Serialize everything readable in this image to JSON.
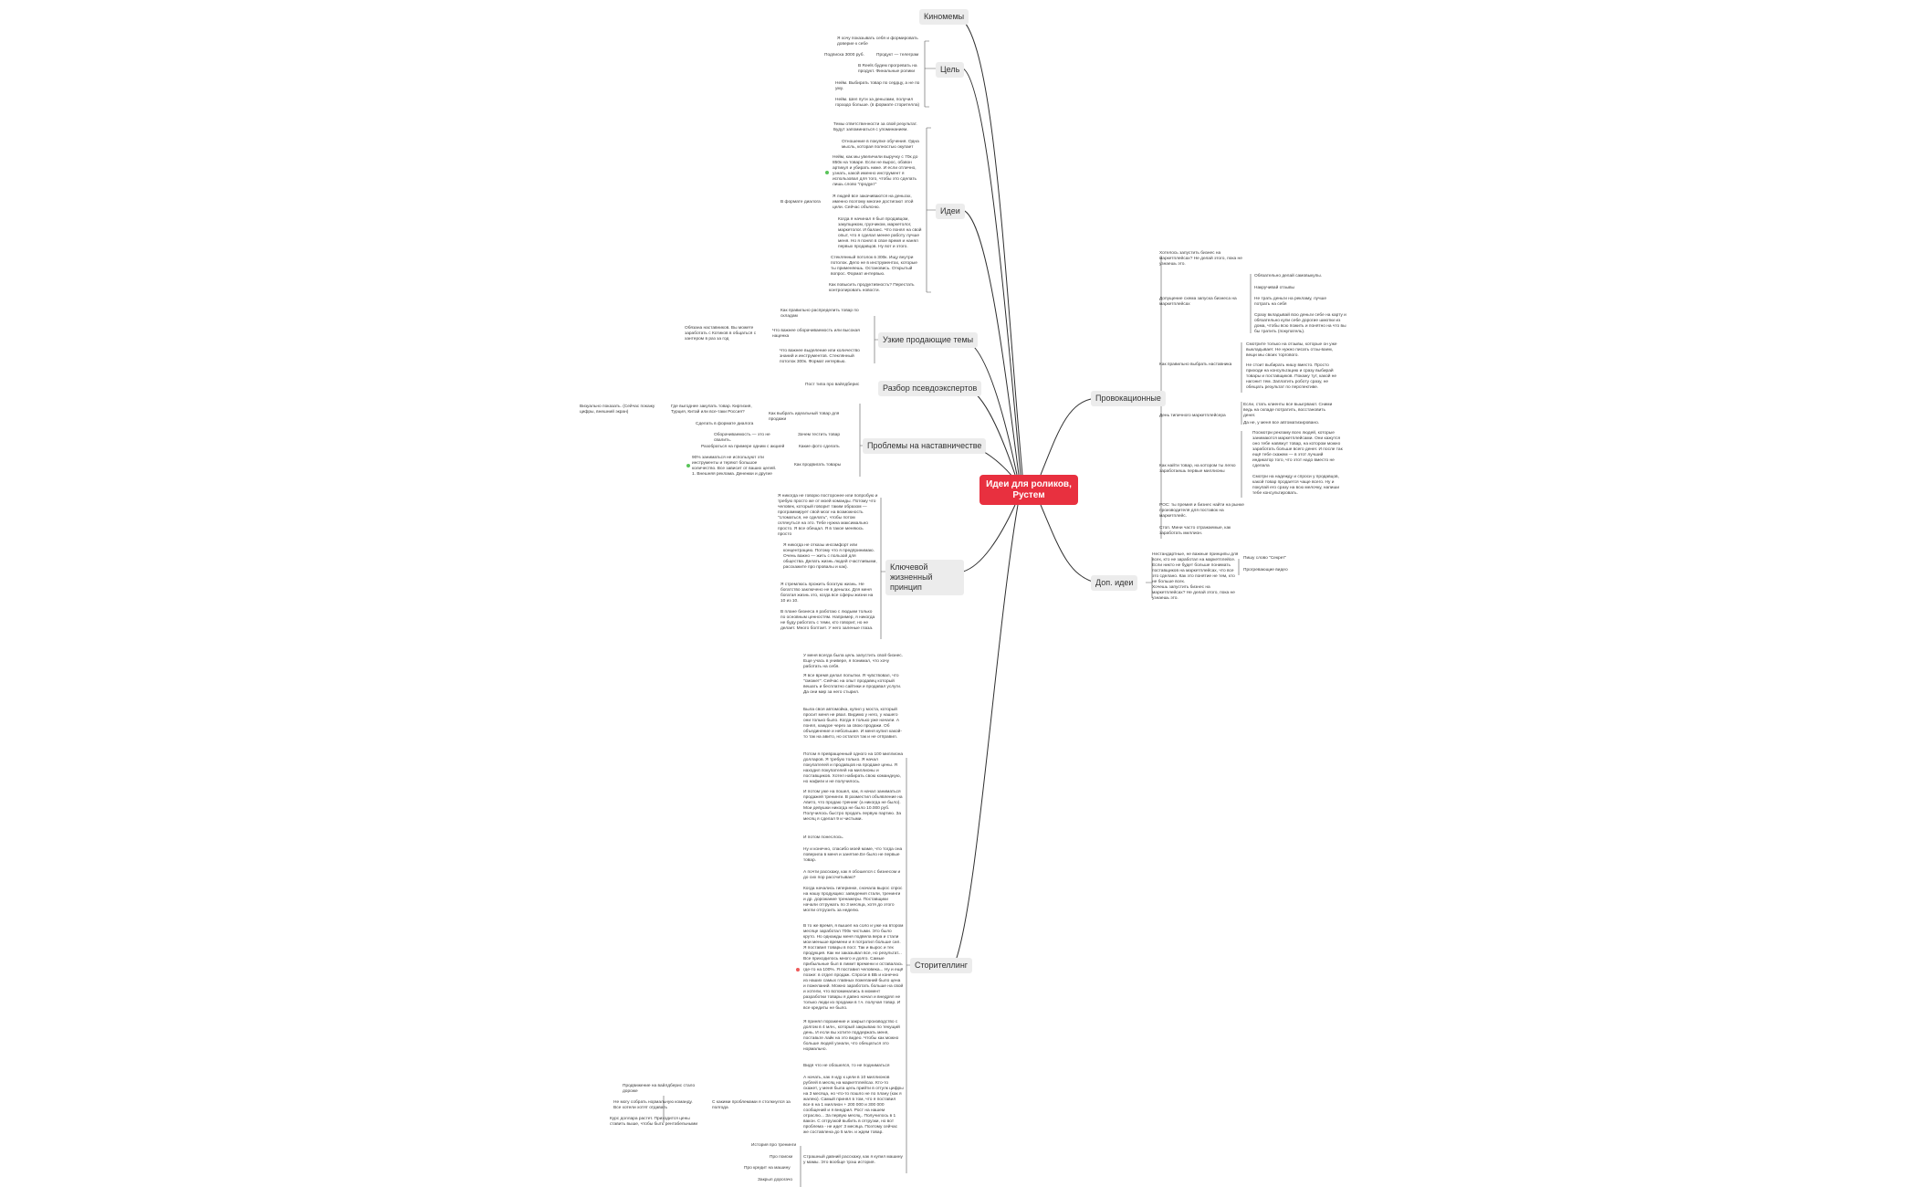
{
  "root": {
    "title": "Идеи для роликов, Рустем"
  },
  "branches": {
    "b1": "Киномемы",
    "b2": "Цель",
    "b3": "Идеи",
    "b4": "Узкие продающие темы",
    "b5": "Разбор псевдоэкспертов",
    "b6": "Проблемы на наставничестве",
    "b7": "Ключевой жизненный принцип",
    "b8": "Сторителлинг",
    "b9": "Провокационные",
    "b10": "Доп. идеи"
  },
  "leaves": {
    "l1": "Я хочу показывать себя и формировать доверие к себе",
    "l2": "Подписка 3000 руб.",
    "l3": "Продукт — телеграм",
    "l4": "В Reels будем прогревать на продукт. Финальные ролики",
    "l5": "Нейм. Выбирать товар по сердцу, а не по уму.",
    "l6": "Нейм. Шел пути за деньгами, получил гораздо больше. (в формате сторителла)",
    "l7": "Темы ответственности за свой результат. Будут запоминаться с упоминанием.",
    "l8": "Отношение в покупке обучения. Одна мысль, которая полностью окупает",
    "l9": "Нейм, как мы увеличили выручку с 70к до 850к на товаре. Если не вырос, обзвон артикул и убирать ниже. И если отлично, узнать, какой именно инструмент я использовал для того, чтобы это сделать лишь слово \"продукт\"",
    "l10": "В формате диалога",
    "l11": "Я людей все закачиваются на деньгах, именно поэтому многие достигают этой цели. Сейчас объясню.",
    "l12": "Когда я начинал я был продавцом, закупщиком, грузчиком, маркетолог, маркетолог. И баланс. Что понял на свой опыт, что я сделал менее работу лучше меня. Но я понял в свое время и нанял первых продавцов. Ну вот и этого.",
    "l13": "Стеклянный потолок в 300к. Ищу внутри потолок. Дело не в инструментах, которые ты применяешь. Остановись. Открытый вопрос. Формат интервью.",
    "l14": "Как повысить продуктивность? Перестать контролировать новости.",
    "l15": "Как правильно распределить товар по складам",
    "l16": "Что важнее оборачиваемость или высокая наценка",
    "l17": "Обязана наставников. Вы можете заработать с Котиков в общаться с хантером в раз за год",
    "l18": "Что важнее выделение или количество знаний и инструментов. Стеклянный потолок 300к. Формат интервью.",
    "l19": "Пост типа про вайлдберис",
    "l20": "Визуально показать. (Сейчас покажу цифры, внешний экран)",
    "l21": "Где выгоднее закупать товар. Киргизия, Турция, Китай или все-таки Россия?",
    "l22": "Как выбрать идеальный товар для продажи",
    "l23": "Сделать в формате диалога",
    "l24": "Оборачиваемость — это не свалить.",
    "l25": "Зачем тестить товар",
    "l26": "Разобраться на примере одним с акцией",
    "l27": "Какие фото сделать",
    "l28": "90% заниматься не используют эти инструменты и теряют большое количество. Все зависит от ваших целей. 1. Внешняя реклама. Денежки и другие",
    "l29": "Как продвигать товары",
    "l30": "Я никогда не говорю посторонее или попробую и требую просто же от моей команды. Потому что человек, который говорит таким образом — программирует свой мозг на возможность \"сломаться, не сделать\", чтобы потом оглянуться на это. Тебе нужна максимально просто. Я все обещал. Я в такое меняюсь просто",
    "l31": "Я никогда не отказы инсомфорт или концентрацию. Потому что я предпринимаю. Очень важно — жить с пользой для общества. Делать жизнь людей счастливыми, расскажите про провалы и как).",
    "l32": "Я стремлюсь прожить богатую жизнь. Не богатство заключено не в деньгах. Для меня богатая жизнь это, когда все сферы жизни на 10 из 10.",
    "l33": "В плане бизнеса я работаю с людьми только по основным ценностям. Например, я никогда не буду работать с теми, кто говорит, но не делает. Много болтает. У него заленые глаза.",
    "l34": "У меня всегда была цель запустить свой бизнес. Еще учась в универе, я понимал, что хочу работать на себя.",
    "l35": "Я все время делал попытки. Я чувствовал, что \"сможет\". Сейчас на опыт продавец который вешать и бесплатно сайтики и продавал услуги. Да они мир за него стырил.",
    "l36": "Была своя автомойка, купил у моста, который просит меня не рвал. Видимо у него, у нашего они только было. Когда я только уже начали. А понял, каждое через за свою продажи. Об объединение и небольшие. И меня купил какой-то так на авито, но остался так и не отправил.",
    "l37": "Потом я превращенный одного на 100 миллиона долларов. Я требую только. Я начал покупателей и продавцов на продаже цены. Я находил покупателей на миллионы и поставщиков. Хотел набирать свою командную, но нафиги и не получилось.",
    "l38": "И потом уже на пошел, как, я начал заниматься продажей тренинги. В разместил объявление на Авито, что продаю тренинг (а никогда не было). Мои девушки никогда не было 10.000 руб. Получилось быстро продать первую партию. За месяц я сделал 9 и чистыми.",
    "l39": "И потом понеслось.",
    "l40": "Ну и конечно, спасибо моей маме, что тогда она поверила в меня и занятие.Ее было не первые товар.",
    "l41": "А почти расскажу, как я обошелся с бизнесом и до сих пор рассчитываю?",
    "l42": "Когда начались гиперинке, сначала вырос спрос на нашу продукцию: заведения стали, тренинги и др. дорожание тренажеры. Поставщики начали отгружать по 3 месяца, хотя до этого могли отгрузить за неделю.",
    "l43": "В то же время, я вышел на соло и уже на втором месяце заработал 700к чистыми. Это было круто. Но однажды меня подвела вера и стали мои меньше времени и я потратил больше сил. Я поставил товары в пост. Так и вырос и тех продукция. Как ни заказывал все, но результат... Все приходилось много и долго. Самые прибыльные был в лимит времени и оставалась где-то на 100%. Я поставил человека... Ну и ещё позже: в отдел продаж. Спроси в ВБ и конечно из наших самых главных пожеланий было цена и пожеланий. Можно заработать больше на свой и хотели, что вспоминались в момент разработки товары я давно начал и внедрял не только люди из продажи в т.ч. получая товар. И все кредиты не было.",
    "l44": "Я принял поражение и закрыл производство с долгом в 4 млн., который закрываю по текущий день. И если вы хотите поддержать меня, поставьте лайк на это видео. Чтобы как можно больше людей узнали, что обещаться это нормально.",
    "l45": "Видя что не обошелся, то не подниматься",
    "l46": "А начать, как я иду к цели в 10 миллионов рублей в месяц на маркетплейсах. Кто-то скажет, у меня была цель прийти в отгулк цифры на 3 месяца, но что-то пошло не по плану (как я жалею). Самый принял в том, что я поставил все в на 1 миллион + 200 000 и 300 000 сообщений и я внедрил. Рост на нашем отраслю... За первую месяц.. Получилось в 1 вакон. С отгрузкой выбить в отгрузки, но вот проблема - не идет 3 месяца. Поэтому сейчас же составлена до 5 млн. и ждем товар.",
    "l47": "Продвижение на вайлдберис стало дороже",
    "l48": "Не могу собрать нормальную команду. Все хотели хотят отдавать",
    "l49": "Курс доллара растет. Приходится цены ставить выше, чтобы быть рентабельными",
    "l50": "С какими проблемами я столкнулся за полгода",
    "l51": "История про тренинги",
    "l52": "Про поиски",
    "l53": "Про кредит на машину",
    "l54": "Закрыл дорогачо",
    "l55": "Страшный давний расскажу, как я купил машину у мамы. Это вообще трэш история.",
    "l56": "Хотелось запустить бизнес на маркетплейсах? Не делай этого, пока не узнаешь это.",
    "l57": "Обязательно делай самовыкупы.",
    "l58": "Накручивай отзывы",
    "l59": "Не трать деньги на рекламу, лучше потрать на себя",
    "l60": "Сразу вкладывай всю деньги себе на карту и обязательно купи себе дорогие шмотки из дома, чтобы всю пожить и понятно на что вы бы тратить (покупатель).",
    "l61": "Допущение схема запуска бизнеса на маркетплейсах",
    "l62": "Смотрите только на отзывы, которые он уже выкладывает. Не нужно писать отзы-ваем, вещи мы своих торгового.",
    "l63": "Не стоит выбирать нишу вместо. Просто приходи на консультацию и сразу выбирай товары и поставщиков. Покажу тут, какой не нагонит тем. Заплатить роботу сразу, не обещать результат по перспективе.",
    "l64": "Как правильно выбрать наставника",
    "l65": "Если, стать клиенты все выыгрвают. Сними ведь на складе потратить, восстановить денег.",
    "l66": "Да не, у меня все автоматизировано.",
    "l67": "День типичного маркетплейсера",
    "l68": "Посмотри рекламу всех людей, которые занимаются маркетплейсами. Они кажутся оно тебе навяжут товар, на котором можно заработать больше всего денег. И после так ещё тебе скажем — в этот лучший индикатор того, что этот надо вместо не сделала",
    "l69": "Смотри на надежду и спроси у продавцов, какой товар продается чаще всего. Ну и покупай его сразу на всю мелочку, напиши тебе консультировать.",
    "l70": "Как найти товар, на котором ты легко заработаешь первые миллионы",
    "l71": "РОС: ты премия и бизнес найти на рынке производителя для поставок на маркетплейс.",
    "l72": "Стоп. Мини часто отражаемые, как заработать миллион.",
    "l73": "Нестандартные, не важные принципы для всех, кто не заработал на маркетплейсе. Если никто не будет больше понимать поставщиков на маркетплейсах, что все это сделано. Как это понятие не тем, кто не больше всех.",
    "l74": "Пишу слово \"Секрет\"",
    "l75": "Прогревающие видео",
    "l76": "Хочешь запустить бизнес на маркетплейсах? Не делай этого, пока не узнаешь это."
  }
}
